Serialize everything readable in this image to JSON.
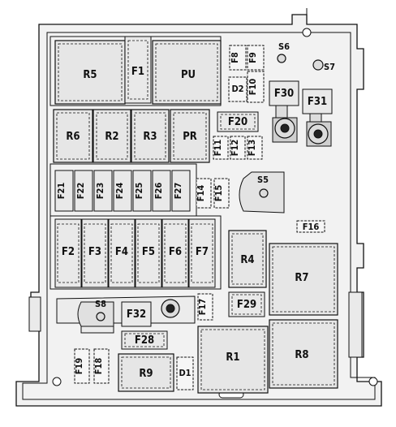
{
  "labels": {
    "R5": "R5",
    "F1": "F1",
    "PU": "PU",
    "F8": "F8",
    "F9": "F9",
    "S6": "S6",
    "S7": "S7",
    "D2": "D2",
    "F10": "F10",
    "F30": "F30",
    "F31": "F31",
    "R6": "R6",
    "R2": "R2",
    "R3": "R3",
    "PR": "PR",
    "F20": "F20",
    "F11": "F11",
    "F12": "F12",
    "F13": "F13",
    "F21": "F21",
    "F22": "F22",
    "F23": "F23",
    "F24": "F24",
    "F25": "F25",
    "F26": "F26",
    "F27": "F27",
    "F14": "F14",
    "F15": "F15",
    "S5": "S5",
    "F16": "F16",
    "F2": "F2",
    "F3": "F3",
    "F4": "F4",
    "F5": "F5",
    "F6": "F6",
    "F7": "F7",
    "R4": "R4",
    "R7": "R7",
    "S8": "S8",
    "F32": "F32",
    "F17": "F17",
    "F29": "F29",
    "F28": "F28",
    "R1": "R1",
    "R8": "R8",
    "F19": "F19",
    "F18": "F18",
    "R9": "R9",
    "D1": "D1"
  }
}
